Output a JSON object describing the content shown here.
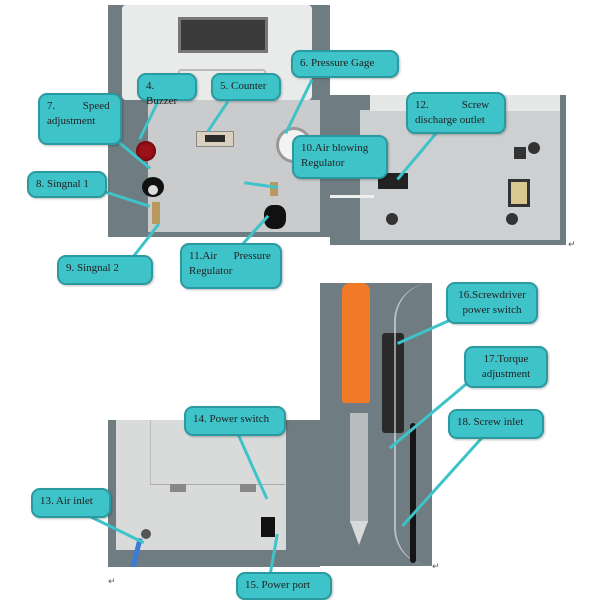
{
  "document": {
    "figure_top_left": {
      "description": "Front view of screw feeder machine",
      "callouts": [
        {
          "id": 4,
          "label": "4. Buzzer"
        },
        {
          "id": 5,
          "label": "5. Counter"
        },
        {
          "id": 6,
          "label": "6. Pressure Gage"
        },
        {
          "id": 7,
          "label_line1": "7.          Speed",
          "label_line2": "adjustment"
        },
        {
          "id": 8,
          "label": "8. Singnal 1"
        },
        {
          "id": 9,
          "label": "9. Singnal 2"
        },
        {
          "id": 10,
          "label_line1": "10.Air blowing",
          "label_line2": "Regulator"
        },
        {
          "id": 11,
          "label_line1": "11.Air      Pressure",
          "label_line2": "Regulator"
        }
      ]
    },
    "figure_top_right": {
      "description": "Side view with screw discharge outlet",
      "callouts": [
        {
          "id": 12,
          "label_line1": "12.            Screw",
          "label_line2": "discharge outlet"
        }
      ]
    },
    "figure_bottom_left": {
      "description": "Rear view of machine",
      "callouts": [
        {
          "id": 13,
          "label": "13. Air inlet"
        },
        {
          "id": 14,
          "label": "14. Power switch"
        },
        {
          "id": 15,
          "label": "15. Power port"
        }
      ]
    },
    "figure_bottom_right": {
      "description": "Electric screwdriver with screw feed tube",
      "callouts": [
        {
          "id": 16,
          "label_line1": "16.Screwdriver",
          "label_line2": "power switch"
        },
        {
          "id": 17,
          "label_line1": "17.Torque",
          "label_line2": "adjustment"
        },
        {
          "id": 18,
          "label": "18. Screw inlet"
        }
      ]
    },
    "paragraph_marks": [
      "↵",
      "↵",
      "↵"
    ]
  },
  "colors": {
    "callout_fill": "#3ec3c9",
    "callout_border": "#2b9aa0"
  }
}
